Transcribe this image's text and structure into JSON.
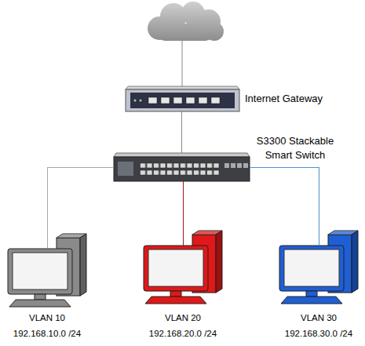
{
  "diagram": {
    "nodes": [
      {
        "text": [
          "Internet Gateway"
        ]
      },
      {
        "text": [
          "S3300 Stackable Smart Switch"
        ]
      },
      {
        "text": [
          "VLAN 10",
          "192.168.10.0 /24"
        ]
      },
      {
        "text": [
          "VLAN 20",
          "192.168.20.0 /24"
        ]
      },
      {
        "text": [
          "VLAN 30",
          "192.168.30.0 /24"
        ]
      }
    ],
    "edges": [
      {
        "from": 0,
        "to": 1,
        "arrow": "none"
      },
      {
        "from": 1,
        "to": 2,
        "arrow": "none"
      },
      {
        "from": 1,
        "to": 3,
        "arrow": "none"
      },
      {
        "from": 1,
        "to": 4,
        "arrow": "none"
      }
    ]
  }
}
